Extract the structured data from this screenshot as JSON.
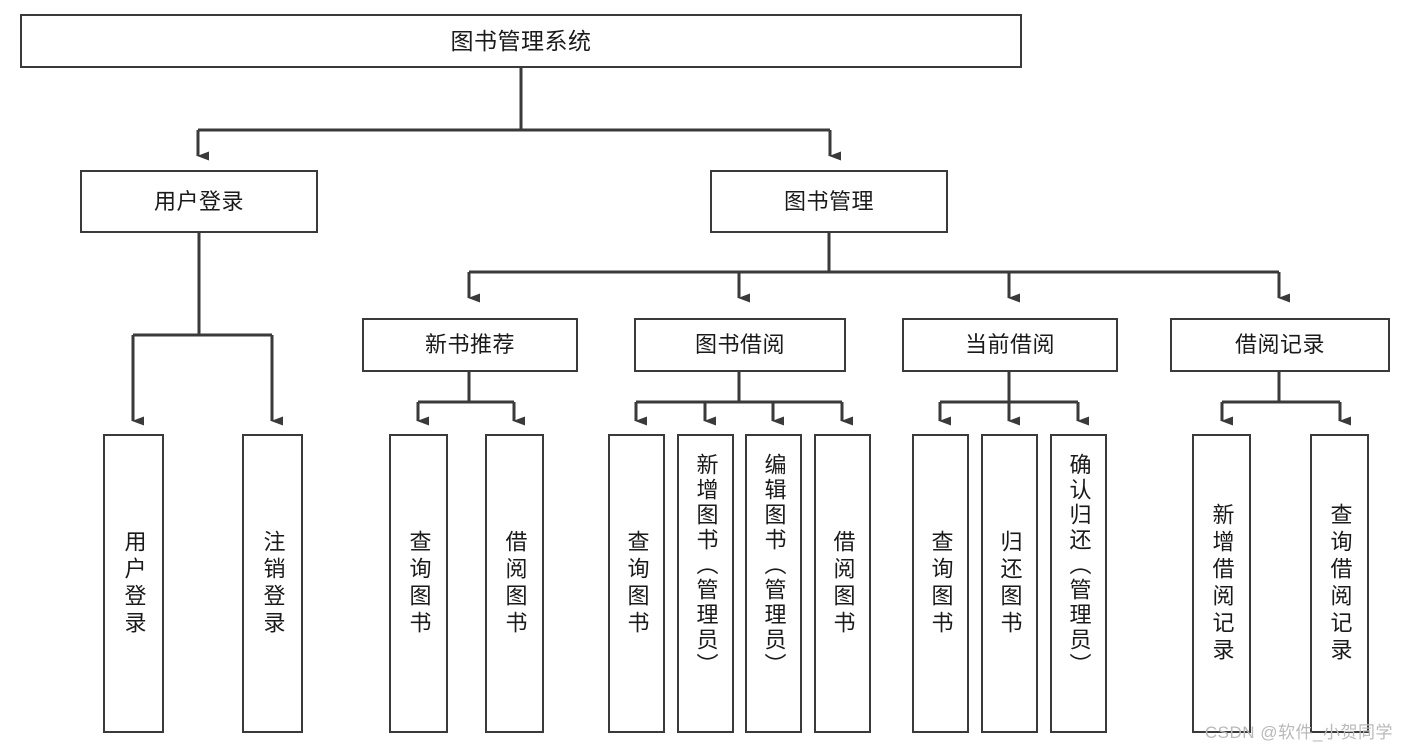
{
  "diagram": {
    "type": "tree",
    "title": "图书管理系统",
    "watermark": "CSDN @软件_小贺同学",
    "theme": {
      "background": "#ffffff",
      "box_border": "#3a3a3a",
      "box_fill": "#ffffff",
      "connector": "#3a3a3a",
      "text": "#1a1a1a",
      "watermark": "#b9b9b9"
    },
    "levels": {
      "level1": [
        {
          "id": "root",
          "label": "图书管理系统"
        }
      ],
      "level2": [
        {
          "id": "user-login",
          "label": "用户登录"
        },
        {
          "id": "book-management",
          "label": "图书管理"
        }
      ],
      "level3": [
        {
          "id": "new-book-recommend",
          "label": "新书推荐"
        },
        {
          "id": "book-borrow",
          "label": "图书借阅"
        },
        {
          "id": "current-borrow",
          "label": "当前借阅"
        },
        {
          "id": "borrow-record",
          "label": "借阅记录"
        }
      ],
      "leaves": {
        "user-login": [
          {
            "id": "leaf-user-login",
            "label": "用户登录"
          },
          {
            "id": "leaf-logout-login",
            "label": "注销登录"
          }
        ],
        "new-book-recommend": [
          {
            "id": "leaf-query-book-1",
            "label": "查询图书"
          },
          {
            "id": "leaf-borrow-book-1",
            "label": "借阅图书"
          }
        ],
        "book-borrow": [
          {
            "id": "leaf-query-book-2",
            "label": "查询图书"
          },
          {
            "id": "leaf-add-book",
            "label": "新增图书（管理员）"
          },
          {
            "id": "leaf-edit-book",
            "label": "编辑图书（管理员）"
          },
          {
            "id": "leaf-borrow-book-2",
            "label": "借阅图书"
          }
        ],
        "current-borrow": [
          {
            "id": "leaf-query-book-3",
            "label": "查询图书"
          },
          {
            "id": "leaf-return-book",
            "label": "归还图书"
          },
          {
            "id": "leaf-confirm-return",
            "label": "确认归还（管理员）"
          }
        ],
        "borrow-record": [
          {
            "id": "leaf-add-record",
            "label": "新增借阅记录"
          },
          {
            "id": "leaf-query-record",
            "label": "查询借阅记录"
          }
        ]
      }
    }
  }
}
